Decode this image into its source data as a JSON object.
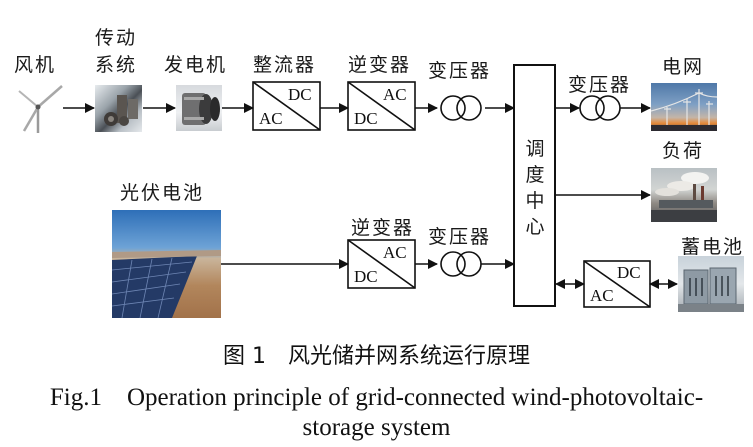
{
  "diagram": {
    "type": "system-block-diagram",
    "wind_chain": {
      "labels": {
        "wind_turbine": "风机",
        "transmission_line1": "传动",
        "transmission_line2": "系统",
        "generator": "发电机",
        "rectifier": "整流器",
        "inverter": "逆变器",
        "transformer": "变压器"
      },
      "rectifier_box": {
        "top_right": "DC",
        "bottom_left": "AC"
      },
      "inverter_box": {
        "top_right": "AC",
        "bottom_left": "DC"
      }
    },
    "pv_chain": {
      "labels": {
        "pv_cell": "光伏电池",
        "inverter": "逆变器",
        "transformer": "变压器"
      },
      "inverter_box": {
        "top_right": "AC",
        "bottom_left": "DC"
      }
    },
    "dispatch_center": {
      "label": [
        "调",
        "度",
        "中",
        "心"
      ]
    },
    "outputs": {
      "grid_transformer": "变压器",
      "grid": "电网",
      "load": "负荷",
      "storage_battery": "蓄电池",
      "storage_converter": {
        "top_right": "DC",
        "bottom_left": "AC"
      }
    },
    "edges": [
      {
        "from": "风机",
        "to": "传动系统",
        "dir": "forward"
      },
      {
        "from": "传动系统",
        "to": "发电机",
        "dir": "forward"
      },
      {
        "from": "发电机",
        "to": "整流器",
        "dir": "forward"
      },
      {
        "from": "整流器",
        "to": "逆变器",
        "dir": "forward"
      },
      {
        "from": "逆变器",
        "to": "变压器",
        "dir": "forward"
      },
      {
        "from": "变压器",
        "to": "调度中心",
        "dir": "forward"
      },
      {
        "from": "光伏电池",
        "to": "逆变器",
        "dir": "forward"
      },
      {
        "from": "逆变器",
        "to": "变压器",
        "dir": "forward"
      },
      {
        "from": "变压器",
        "to": "调度中心",
        "dir": "forward"
      },
      {
        "from": "调度中心",
        "to": "变压器",
        "dir": "forward"
      },
      {
        "from": "变压器",
        "to": "电网",
        "dir": "forward"
      },
      {
        "from": "调度中心",
        "to": "负荷",
        "dir": "forward"
      },
      {
        "from": "调度中心",
        "to": "DC/AC变换器",
        "dir": "bidirectional"
      },
      {
        "from": "DC/AC变换器",
        "to": "蓄电池",
        "dir": "bidirectional"
      }
    ]
  },
  "caption": {
    "cn": "图 1　风光储并网系统运行原理",
    "en_line1": "Fig.1　Operation principle of grid-connected wind-photovoltaic-",
    "en_line2": "storage system"
  }
}
